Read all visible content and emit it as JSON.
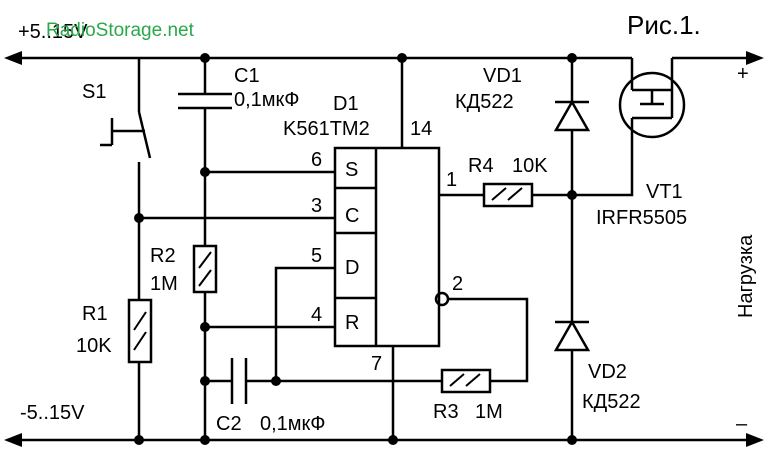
{
  "figure_label": "Рис.1.",
  "watermark": "RadioStorage.net",
  "supply_pos": "+5..15V",
  "supply_neg": "-5..15V",
  "out_pos": "+",
  "out_neg": "–",
  "load": "Нагрузка",
  "S1": {
    "ref": "S1"
  },
  "C1": {
    "ref": "C1",
    "value": "0,1мкФ"
  },
  "C2": {
    "ref": "C2",
    "value": "0,1мкФ"
  },
  "R1": {
    "ref": "R1",
    "value": "10K"
  },
  "R2": {
    "ref": "R2",
    "value": "1M"
  },
  "R3": {
    "ref": "R3",
    "value": "1M"
  },
  "R4": {
    "ref": "R4",
    "value": "10K"
  },
  "D1": {
    "ref": "D1",
    "part": "K561TM2",
    "pin_vdd": "14",
    "pin_gnd": "7"
  },
  "D1_pins": {
    "S": {
      "label": "S",
      "num": "6"
    },
    "C": {
      "label": "C",
      "num": "3"
    },
    "D": {
      "label": "D",
      "num": "5"
    },
    "R": {
      "label": "R",
      "num": "4"
    },
    "Q": {
      "num": "1"
    },
    "Qn": {
      "num": "2"
    }
  },
  "VD1": {
    "ref": "VD1",
    "part": "КД522"
  },
  "VD2": {
    "ref": "VD2",
    "part": "КД522"
  },
  "VT1": {
    "ref": "VT1",
    "part": "IRFR5505"
  }
}
